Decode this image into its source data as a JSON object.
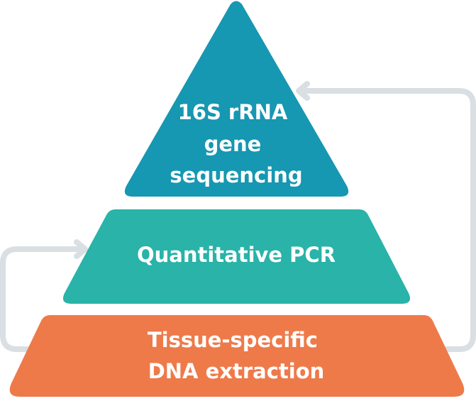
{
  "tiers": {
    "top": {
      "lines": [
        "16S rRNA",
        "gene",
        "sequencing"
      ],
      "color": "#1697b2"
    },
    "middle": {
      "lines": [
        "Quantitative PCR"
      ],
      "color": "#29b3a9"
    },
    "bottom": {
      "lines": [
        "Tissue-specific",
        "DNA extraction"
      ],
      "color": "#ee7a4a"
    }
  },
  "connector_color": "#d9dfe3"
}
